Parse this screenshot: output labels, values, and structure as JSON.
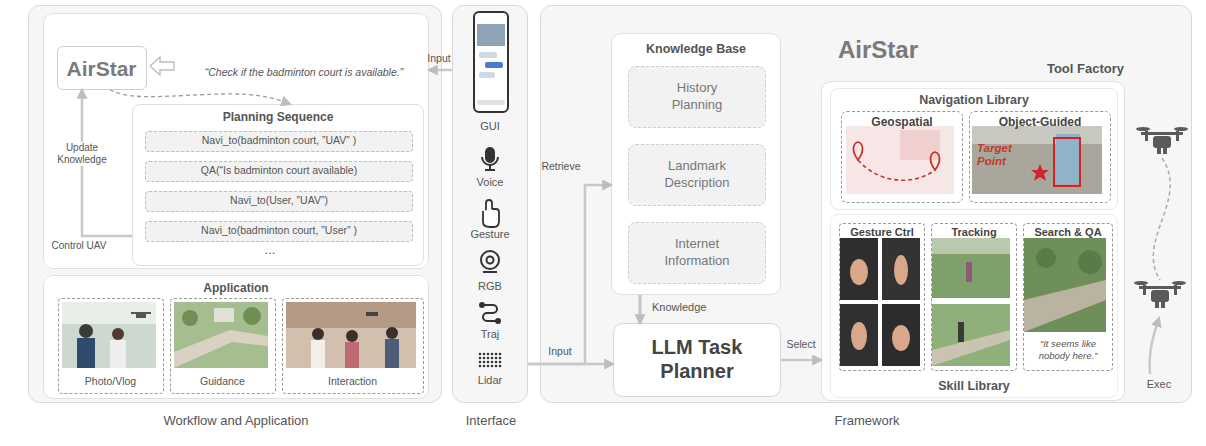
{
  "diagram": {
    "nodes": [
      {
        "text": [
          "Workflow and Application"
        ]
      },
      {
        "text": [
          "“Check if the badminton court is available.”"
        ],
        "in": 0
      },
      {
        "text": [
          "AirStar"
        ],
        "in": 1
      },
      {
        "text": [
          "Planning Sequence"
        ],
        "in": 1
      },
      {
        "text": [
          "Navi_to(badminton court, ”UAV” )"
        ],
        "in": 3
      },
      {
        "text": [
          "QA(“Is badminton court available)"
        ],
        "in": 3
      },
      {
        "text": [
          "Navi_to(User, ”UAV”)"
        ],
        "in": 3
      },
      {
        "text": [
          "Navi_to(badminton court, ”User” )"
        ],
        "in": 3
      },
      {
        "text": [
          "Application"
        ],
        "in": 0
      },
      {
        "text": [
          "Photo/Vlog"
        ],
        "in": 8
      },
      {
        "text": [
          "Guidance"
        ],
        "in": 8
      },
      {
        "text": [
          "Interaction"
        ],
        "in": 8
      },
      {
        "text": [
          "Interface"
        ]
      },
      {
        "text": [
          "Framework"
        ]
      },
      {
        "text": [
          "Knowledge Base"
        ],
        "in": 13
      },
      {
        "text": [
          "History Planning"
        ],
        "in": 14
      },
      {
        "text": [
          "Landmark Description"
        ],
        "in": 14
      },
      {
        "text": [
          "Internet Information"
        ],
        "in": 14
      },
      {
        "text": [
          "LLM Task Planner"
        ],
        "in": 13
      },
      {
        "text": [
          "Tool Factory"
        ],
        "in": 13
      },
      {
        "text": [
          "Navigation Library"
        ],
        "in": 19
      },
      {
        "text": [
          "Geospatial"
        ],
        "in": 20
      },
      {
        "text": [
          "Object-Guided",
          "Target Point"
        ],
        "in": 20
      },
      {
        "text": [
          "Skill Library"
        ],
        "in": 19
      },
      {
        "text": [
          "Gesture Ctrl"
        ],
        "in": 23
      },
      {
        "text": [
          "Tracking"
        ],
        "in": 23
      },
      {
        "text": [
          "Search & QA",
          "“It seems like nobody here.”"
        ],
        "in": 23
      }
    ],
    "edges": [
      {
        "from": 12,
        "to": 1,
        "label": "Input",
        "arrow": "to"
      },
      {
        "from": 2,
        "to": 3,
        "arrow": "to"
      },
      {
        "from": 3,
        "to": 2,
        "label": "Control UAV",
        "arrow": "to"
      },
      {
        "from": 12,
        "to": 14,
        "label": "Retrieve",
        "arrow": "to"
      },
      {
        "from": 12,
        "to": 18,
        "label": "Input",
        "arrow": "to"
      },
      {
        "from": 14,
        "to": 18,
        "label": "Knowledge",
        "arrow": "to"
      },
      {
        "from": 18,
        "to": 19,
        "label": "Select",
        "arrow": "to"
      }
    ],
    "labels": [
      "...",
      "Update Knowledge",
      "GUI",
      "Voice",
      "Gesture",
      "RGB",
      "Traj",
      "Lidar",
      "AirStar",
      "Exec"
    ]
  }
}
